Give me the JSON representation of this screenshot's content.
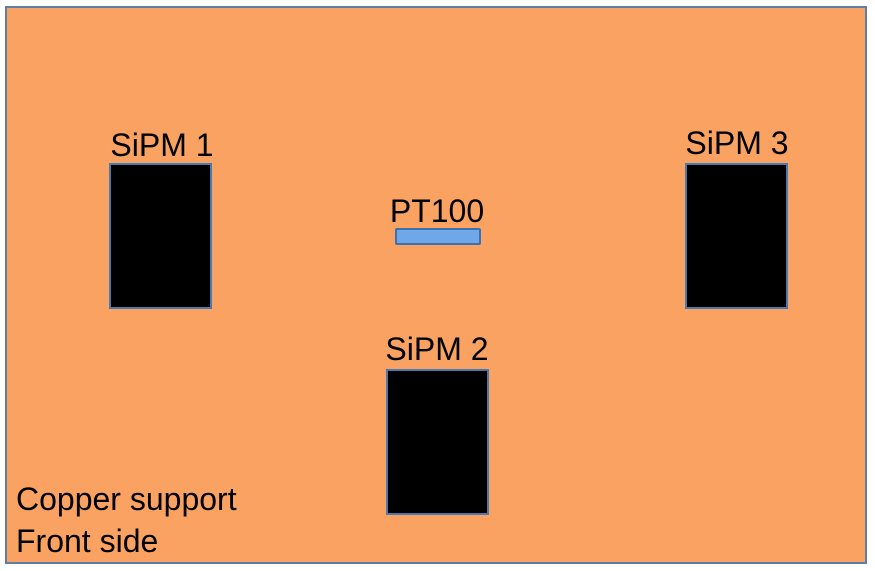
{
  "colors": {
    "board_fill": "#f9a262",
    "board_border": "#5b7fa8",
    "sipm_fill": "#000000",
    "sipm_border": "#4a78b0",
    "pt100_fill": "#6fa8e8",
    "pt100_border": "#3f6fb0"
  },
  "components": {
    "sipm1": {
      "label": "SiPM 1"
    },
    "sipm2": {
      "label": "SiPM 2"
    },
    "sipm3": {
      "label": "SiPM 3"
    },
    "pt100": {
      "label": "PT100"
    }
  },
  "caption": {
    "line1": "Copper support",
    "line2": "Front side"
  }
}
